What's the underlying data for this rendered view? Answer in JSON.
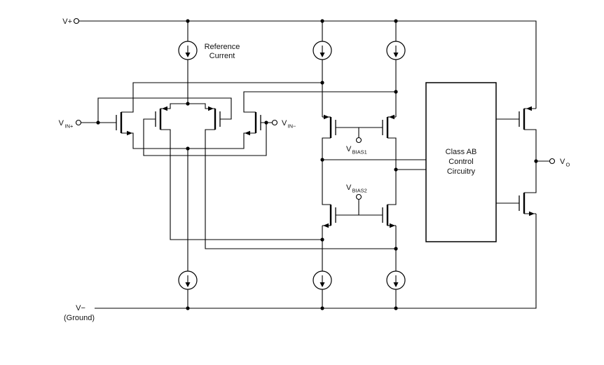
{
  "diagram": {
    "supply": {
      "v_plus": "V+",
      "v_minus": "V−",
      "ground": "(Ground)"
    },
    "inputs": {
      "vin_plus": {
        "main": "V",
        "sub": "IN+"
      },
      "vin_minus": {
        "main": "V",
        "sub": "IN−"
      }
    },
    "bias": {
      "vbias1": {
        "main": "V",
        "sub": "BIAS1"
      },
      "vbias2": {
        "main": "V",
        "sub": "BIAS2"
      }
    },
    "output": {
      "vo": {
        "main": "V",
        "sub": "O"
      }
    },
    "reference_current": {
      "line1": "Reference",
      "line2": "Current"
    },
    "class_ab_box": {
      "line1": "Class AB",
      "line2": "Control",
      "line3": "Circuitry"
    }
  },
  "colors": {
    "line": "#000000",
    "background": "#ffffff",
    "text": "#111111"
  }
}
